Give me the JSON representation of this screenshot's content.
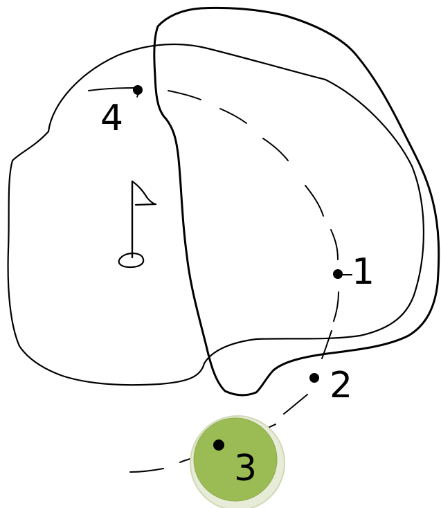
{
  "diagram": {
    "kind": "golf-hole-sketch",
    "colors": {
      "ink": "#000000",
      "green_fill": "#9bbb55",
      "green_rim": "#e7ecd8",
      "background": "#ffffff"
    },
    "icons": {
      "pin": "flag-icon",
      "cup": "hole-icon"
    },
    "points": [
      {
        "id": "p1",
        "label": "1"
      },
      {
        "id": "p2",
        "label": "2"
      },
      {
        "id": "p3",
        "label": "3"
      },
      {
        "id": "p4",
        "label": "4"
      }
    ]
  }
}
